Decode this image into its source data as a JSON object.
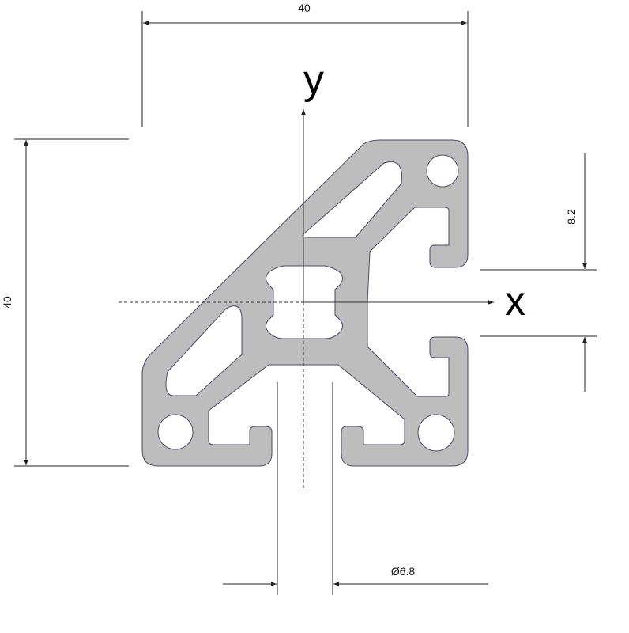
{
  "dimensions": {
    "width": "40",
    "height": "40",
    "slot_offset": "8.2",
    "bore": "Ø6.8"
  },
  "axes": {
    "x_label": "x",
    "y_label": "y"
  },
  "colors": {
    "profile_fill": "#bdbdbd",
    "profile_outline": "#4a4a6a"
  }
}
